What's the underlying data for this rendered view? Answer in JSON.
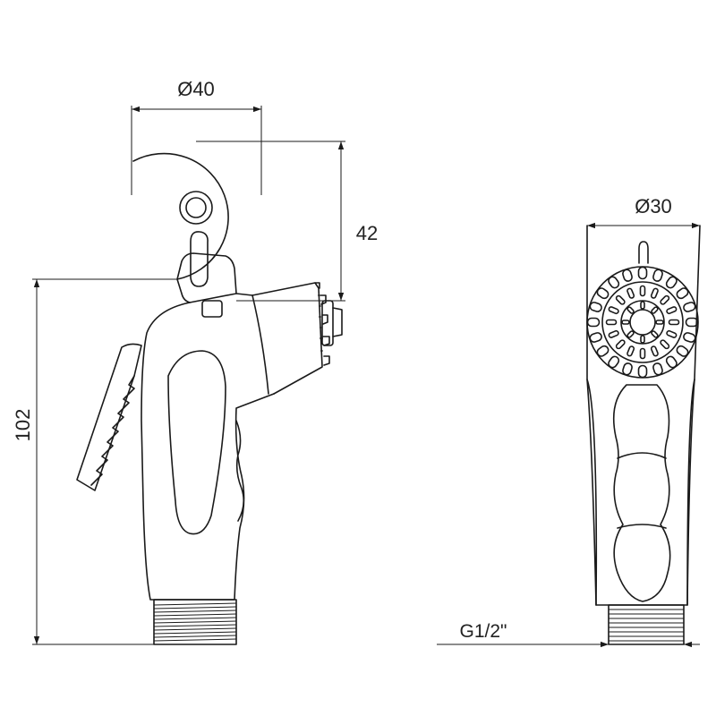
{
  "dimensions": {
    "head_diameter": "Ø40",
    "head_height": "42",
    "total_height": "102",
    "front_diameter": "Ø30",
    "thread": "G1/2\""
  },
  "colors": {
    "line": "#1a1a1a",
    "background": "#ffffff"
  }
}
